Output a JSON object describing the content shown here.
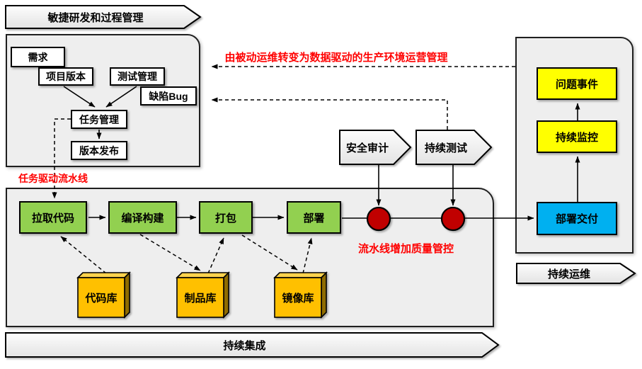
{
  "colors": {
    "green_stage": "#92D050",
    "orange_repo": "#FFC000",
    "yellow_ops": "#FFFF00",
    "blue_delivery": "#00B0F0",
    "red_gate_circle": "#C00000",
    "red_annotation": "#FF0000",
    "panel_gray": "#EEEEEE"
  },
  "banners": {
    "agile": "敏捷研发和过程管理",
    "ci": "持续集成",
    "ops": "持续运维"
  },
  "agile_panel": {
    "requirements": "需求",
    "project_version": "项目版本",
    "test_management": "测试管理",
    "defect_bug": "缺陷Bug",
    "task_management": "任务管理",
    "release": "版本发布"
  },
  "pipeline": {
    "pull_code": "拉取代码",
    "compile_build": "编译构建",
    "package": "打包",
    "deploy": "部署"
  },
  "repos": {
    "code": "代码库",
    "artifact": "制品库",
    "image": "镜像库"
  },
  "gates": {
    "security_audit": "安全审计",
    "continuous_test": "持续测试"
  },
  "ops_panel": {
    "incident": "问题事件",
    "monitoring": "持续监控",
    "delivery": "部署交付"
  },
  "annotations": {
    "data_driven_ops": "由被动运维转变为数据驱动的生产环境运营管理",
    "task_driven_pipeline": "任务驱动流水线",
    "pipeline_quality_control": "流水线增加质量管控"
  }
}
